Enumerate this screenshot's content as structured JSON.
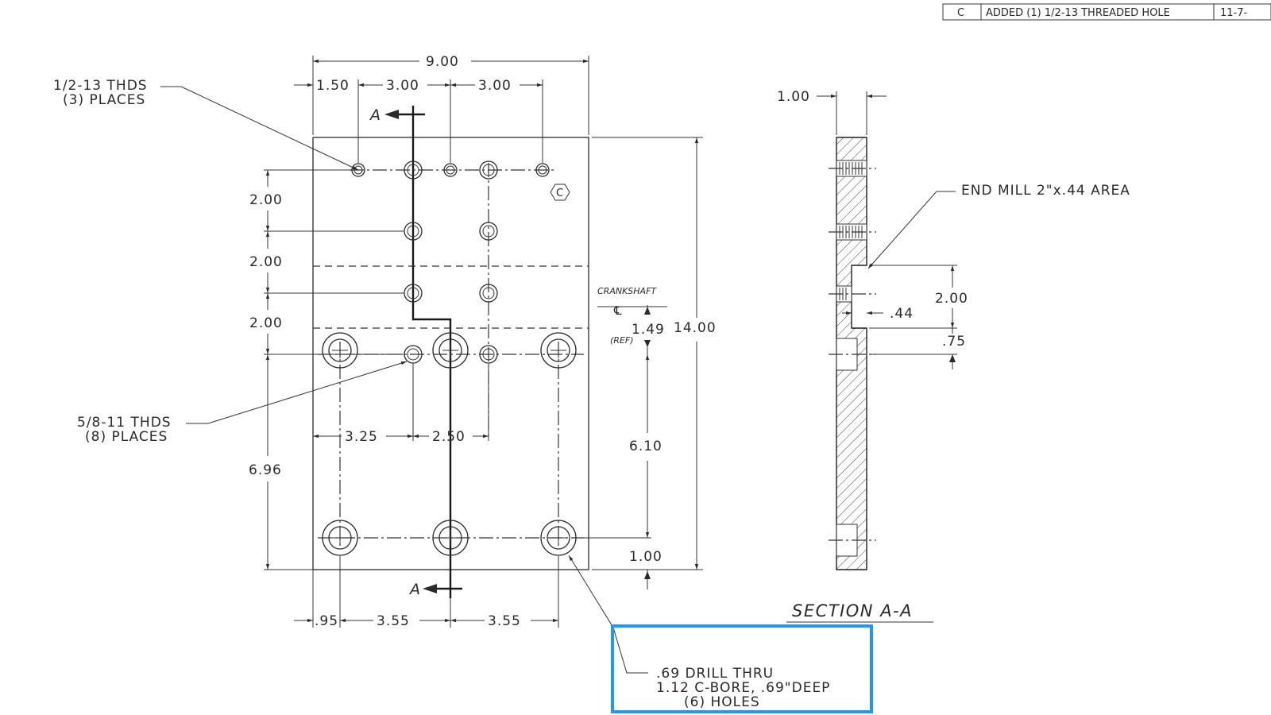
{
  "revision": {
    "letter": "C",
    "description": "ADDED (1) 1/2-13 THREADED HOLE",
    "date": "11-7-"
  },
  "callouts": {
    "thds_half_line1": "1/2-13 THDS",
    "thds_half_line2": "(3) PLACES",
    "thds_58_line1": "5/8-11 THDS",
    "thds_58_line2": "(8) PLACES",
    "drill_line1": ".69 DRILL THRU",
    "drill_line2": "1.12 C-BORE, .69\"DEEP",
    "drill_line3": "(6) HOLES",
    "end_mill": "END MILL 2\"x.44 AREA",
    "crankshaft": "CRANKSHAFT",
    "centerline_symbol": "℄",
    "ref": "(REF)",
    "rev_marker": "C"
  },
  "section_labels": {
    "a_top": "A",
    "a_bottom": "A",
    "section_title": "SECTION A-A"
  },
  "dimensions": {
    "overall_width": "9.00",
    "d_150": "1.50",
    "d_300_a": "3.00",
    "d_300_b": "3.00",
    "d_200_a": "2.00",
    "d_200_b": "2.00",
    "d_200_c": "2.00",
    "d_696": "6.96",
    "d_325": "3.25",
    "d_250": "2.50",
    "d_095": ".95",
    "d_355_a": "3.55",
    "d_355_b": "3.55",
    "d_149": "1.49",
    "overall_height": "14.00",
    "d_610": "6.10",
    "d_100": "1.00",
    "sec_thickness": "1.00",
    "sec_200": "2.00",
    "sec_044": ".44",
    "sec_075": ".75"
  }
}
